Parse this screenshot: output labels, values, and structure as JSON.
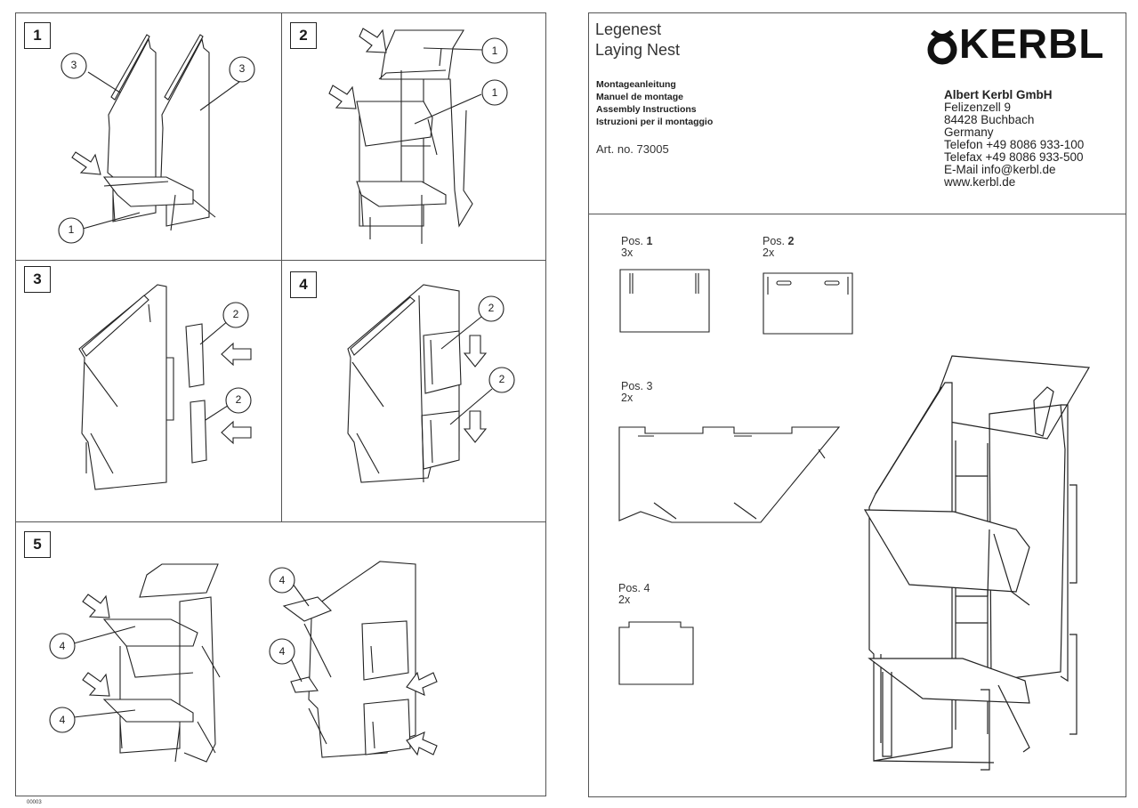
{
  "product": {
    "title_de": "Legenest",
    "title_en": "Laying Nest",
    "manual_de": "Montageanleitung",
    "manual_fr": "Manuel de montage",
    "manual_en": "Assembly Instructions",
    "manual_it": "Istruzioni per il montaggio",
    "art_no": "Art. no. 73005"
  },
  "brand": {
    "logo_text": "KERBL"
  },
  "company": {
    "name": "Albert Kerbl GmbH",
    "street": "Felizenzell 9",
    "city": "84428 Buchbach",
    "country": "Germany",
    "phone": "Telefon +49 8086 933-100",
    "fax": "Telefax +49 8086 933-500",
    "email": "E-Mail  info@kerbl.de",
    "web": "www.kerbl.de"
  },
  "steps": [
    {
      "number": "1"
    },
    {
      "number": "2"
    },
    {
      "number": "3"
    },
    {
      "number": "4"
    },
    {
      "number": "5"
    }
  ],
  "callouts": {
    "s1a": "3",
    "s1b": "3",
    "s1c": "1",
    "s2a": "1",
    "s2b": "1",
    "s3a": "2",
    "s3b": "2",
    "s4a": "2",
    "s4b": "2",
    "s5a": "4",
    "s5b": "4",
    "s5c": "4",
    "s5d": "4"
  },
  "parts": [
    {
      "label": "Pos.",
      "number": "1",
      "qty": "3x"
    },
    {
      "label": "Pos.",
      "number": "2",
      "qty": "2x"
    },
    {
      "label": "Pos. 3",
      "qty": "2x"
    },
    {
      "label": "Pos. 4",
      "qty": "2x"
    }
  ],
  "footer_code": "00003"
}
